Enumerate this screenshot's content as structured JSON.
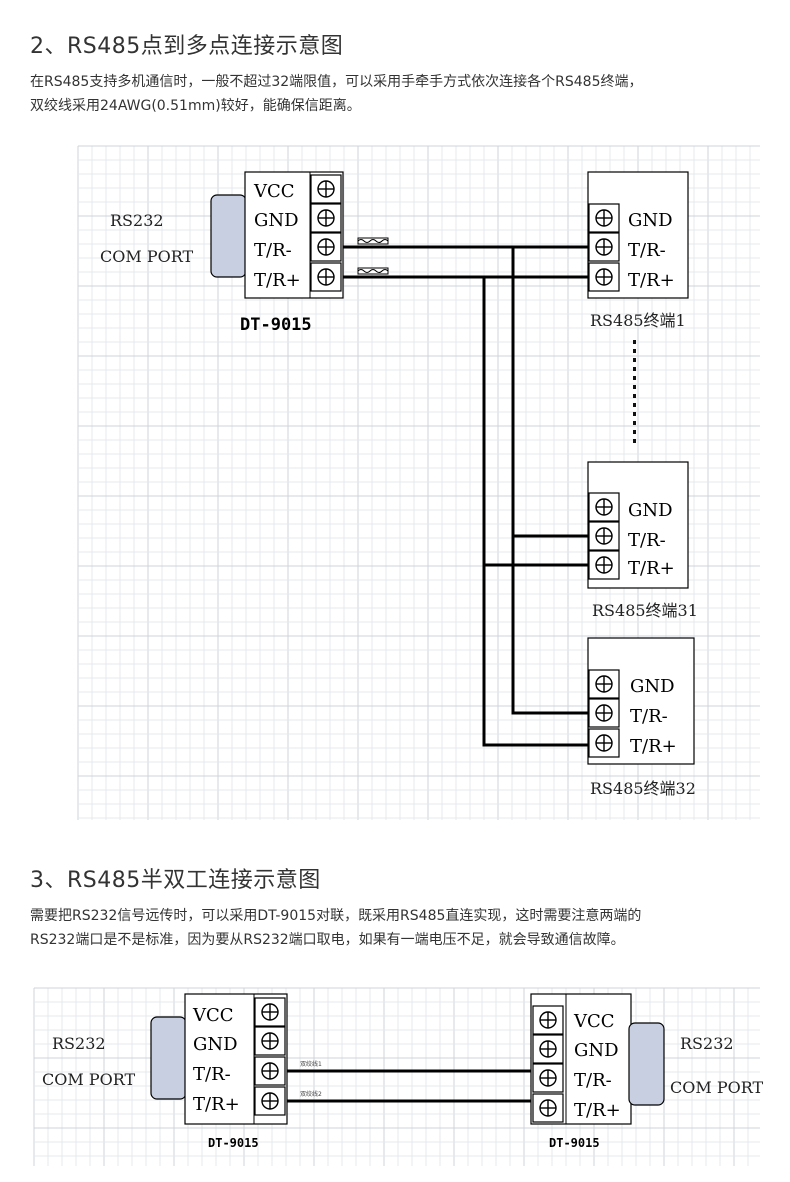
{
  "section2": {
    "heading": "2、RS485点到多点连接示意图",
    "para_lines": [
      "在RS485支持多机通信时，一般不超过32端限值，可以采用手牵手方式依次连接各个RS485终端，",
      "双绞线采用24AWG(0.51mm)较好，能确保信距离。"
    ]
  },
  "section3": {
    "heading": "3、RS485半双工连接示意图",
    "para_lines": [
      "需要把RS232信号远传时，可以采用DT-9015对联，既采用RS485直连实现，这时需要注意两端的",
      "RS232端口是不是标准，因为要从RS232端口取电，如果有一端电压不足，就会导致通信故障。"
    ]
  },
  "diagram1": {
    "port_label_line1": "RS232",
    "port_label_line2": "COM PORT",
    "converter_name": "DT-9015",
    "converter_pins": [
      "VCC",
      "GND",
      "T/R-",
      "T/R+"
    ],
    "terminal_pins": [
      "GND",
      "T/R-",
      "T/R+"
    ],
    "terminals": [
      "RS485终端1",
      "RS485终端31",
      "RS485终端32"
    ]
  },
  "diagram2": {
    "left_port_line1": "RS232",
    "left_port_line2": "COM PORT",
    "right_port_line1": "RS232",
    "right_port_line2": "COM PORT",
    "left_name": "DT-9015",
    "right_name": "DT-9015",
    "pins": [
      "VCC",
      "GND",
      "T/R-",
      "T/R+"
    ],
    "wire_label_1": "双绞线1",
    "wire_label_2": "双绞线2"
  },
  "colors": {
    "wire": "#000000",
    "connector": "#c7cfe0",
    "grid": "#e6e9ec"
  },
  "icons": {
    "terminal": "screw-terminal-icon",
    "connector": "db9-connector-icon"
  }
}
